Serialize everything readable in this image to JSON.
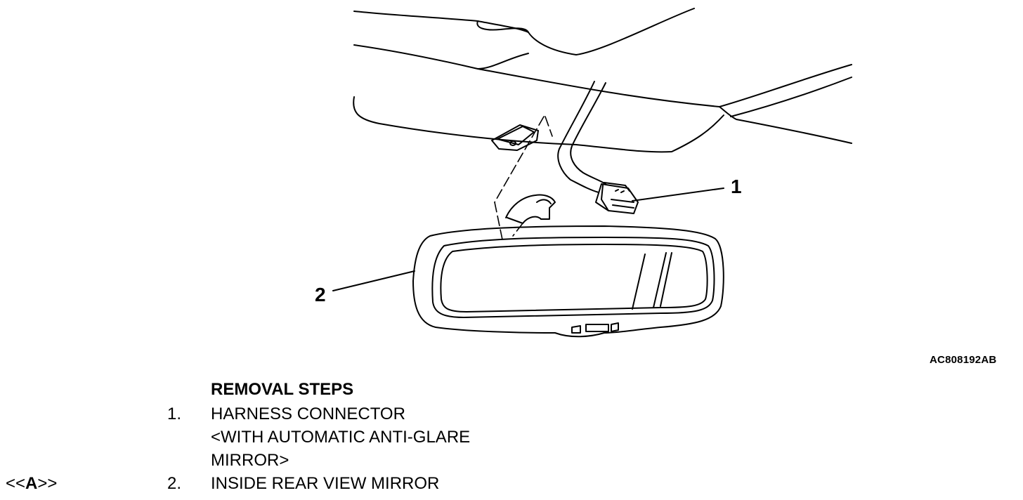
{
  "figure": {
    "code": "AC808192AB",
    "callouts": {
      "one": "1",
      "two": "2"
    }
  },
  "procedure": {
    "title": "REMOVAL STEPS",
    "steps": [
      {
        "number": "1.",
        "text": "HARNESS CONNECTOR",
        "note_line1": "<WITH AUTOMATIC ANTI-GLARE",
        "note_line2": "MIRROR>"
      },
      {
        "number": "2.",
        "text": "INSIDE REAR VIEW MIRROR",
        "ref_open": "<<",
        "ref_letter": "A",
        "ref_close": ">>"
      }
    ]
  }
}
